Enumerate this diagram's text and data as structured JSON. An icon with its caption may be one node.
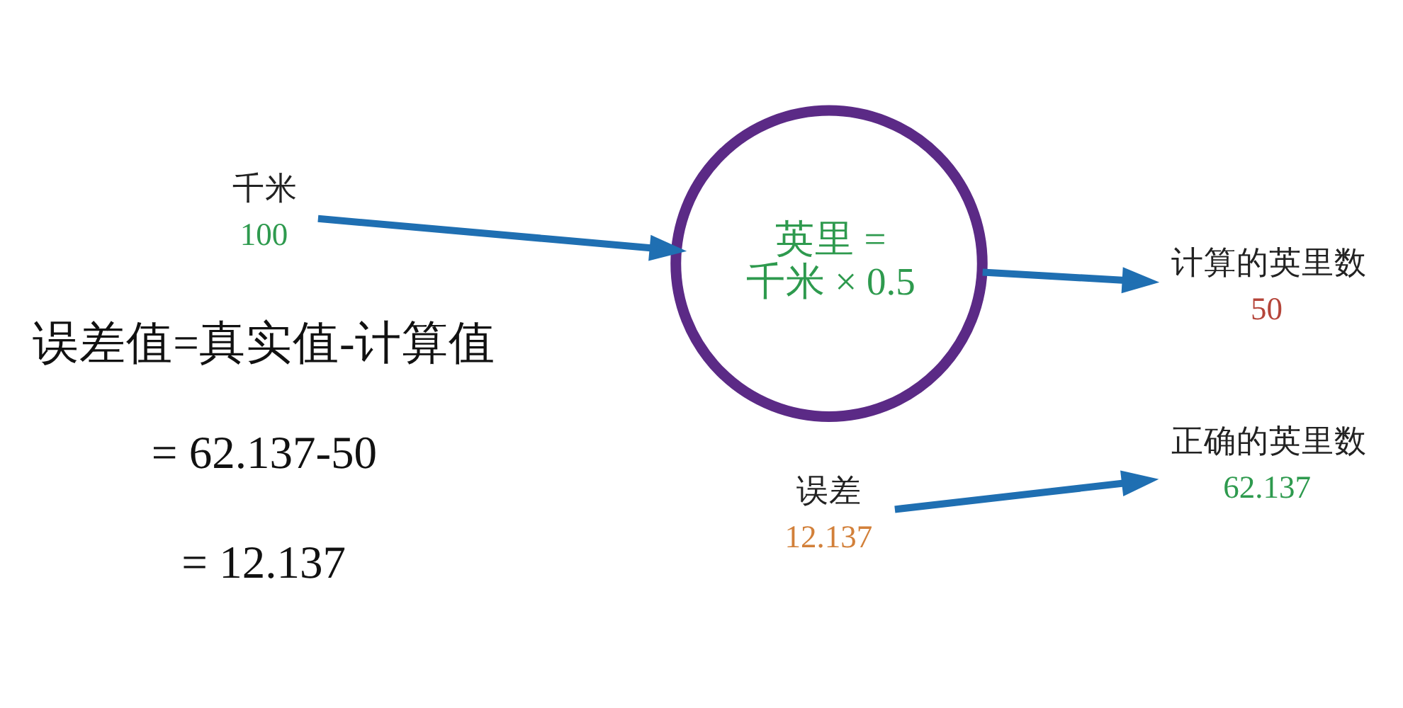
{
  "diagram": {
    "nodes": [
      {
        "text": [
          "千米",
          "100"
        ]
      },
      {
        "text": [
          "英里 = 千米 × 0.5"
        ]
      },
      {
        "text": [
          "计算的英里数",
          "50"
        ]
      },
      {
        "text": [
          "正确的英里数",
          "62.137"
        ]
      },
      {
        "text": [
          "误差",
          "12.137"
        ]
      }
    ],
    "edges": [
      {
        "from": 0,
        "to": 1,
        "arrow": "to"
      },
      {
        "from": 1,
        "to": 2,
        "arrow": "to"
      },
      {
        "from": 4,
        "to": 3,
        "arrow": "to"
      }
    ],
    "labels": [
      "误差值=真实值-计算值",
      "= 62.137-50",
      "= 12.137"
    ]
  }
}
